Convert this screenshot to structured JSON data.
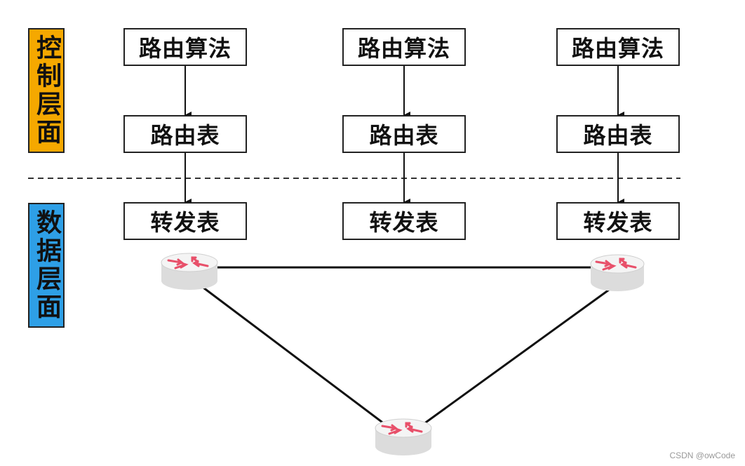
{
  "control_plane": {
    "label": "控制层面",
    "color": "#f5a800"
  },
  "data_plane": {
    "label": "数据层面",
    "color": "#2e9fe6"
  },
  "columns": [
    {
      "algorithm": "路由算法",
      "routing_table": "路由表",
      "forwarding_table": "转发表"
    },
    {
      "algorithm": "路由算法",
      "routing_table": "路由表",
      "forwarding_table": "转发表"
    },
    {
      "algorithm": "路由算法",
      "routing_table": "路由表",
      "forwarding_table": "转发表"
    }
  ],
  "router_icon": "router-icon",
  "watermark": "CSDN @owCode"
}
